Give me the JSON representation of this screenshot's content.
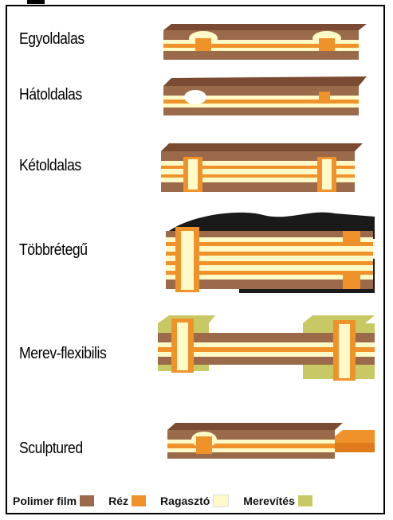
{
  "labels": {
    "egyoldalas": "Egyoldalas",
    "hatoldalas": "Hátoldalas",
    "ketoldalas": "Kétoldalas",
    "tobbretegu": "Többrétegű",
    "merev_flexibilis": "Merev-flexibilis",
    "sculptured": "Sculptured"
  },
  "legend": [
    {
      "label": "Polimer film",
      "color": "#9a6a4a"
    },
    {
      "label": "Réz",
      "color": "#f0922a"
    },
    {
      "label": "Ragasztó",
      "color": "#fffac8"
    },
    {
      "label": "Merevítés",
      "color": "#c8c864"
    }
  ],
  "colors": {
    "polimer": "#9a6a4a",
    "rez": "#f0922a",
    "ragaszto": "#fffac8",
    "merevites": "#c8c864",
    "black": "#1a1a1a"
  }
}
